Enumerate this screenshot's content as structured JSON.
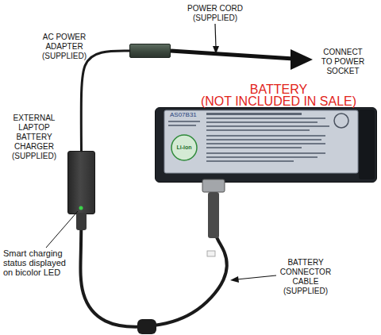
{
  "diagram": {
    "nodes": [
      {
        "text": [
          "AC POWER ADAPTER (SUPPLIED)"
        ]
      },
      {
        "text": [
          "BATTERY",
          "(NOT INCLUDED IN SALE)"
        ]
      },
      {
        "text": [
          "EXTERNAL LAPTOP BATTERY CHARGER (SUPPLIED)"
        ]
      }
    ],
    "edges": [
      {
        "from": 0,
        "to": 2,
        "arrow": "none"
      },
      {
        "from": 2,
        "to": 1,
        "arrow": "none"
      }
    ],
    "labels": [
      "POWER CORD (SUPPLIED)",
      "CONNECT TO POWER SOCKET",
      "AS07B31",
      "Li-ion",
      "Smart charging status displayed on bicolor LED",
      "BATTERY CONNECTOR CABLE (SUPPLIED)"
    ]
  }
}
